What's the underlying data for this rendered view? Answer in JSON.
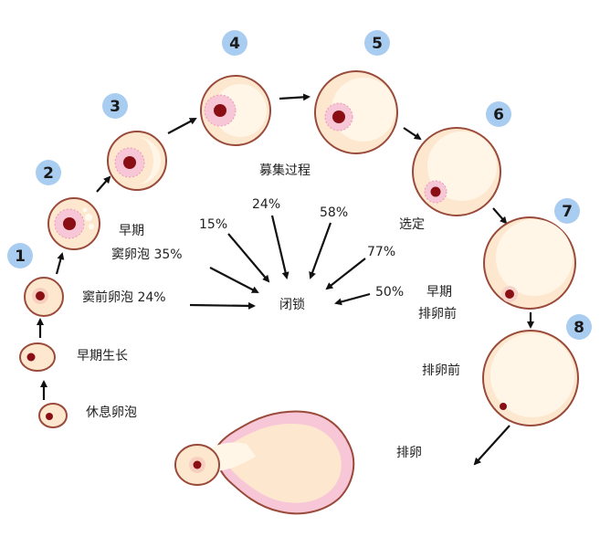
{
  "colors": {
    "badge": "#a9cdf0",
    "follicle_fill": "#fde8cf",
    "follicle_stroke": "#9a4a3a",
    "oocyte": "#8a0f14",
    "cumulus": "#f2b3c9",
    "arrow": "#111111"
  },
  "stages": [
    {
      "number": "1"
    },
    {
      "number": "2"
    },
    {
      "number": "3"
    },
    {
      "number": "4"
    },
    {
      "number": "5"
    },
    {
      "number": "6"
    },
    {
      "number": "7"
    },
    {
      "number": "8"
    }
  ],
  "labels": {
    "resting": "休息卵泡",
    "early_growth": "早期生长",
    "preantral": "窦前卵泡 24%",
    "early_antral_1": "早期",
    "early_antral_2": "窦卵泡 35%",
    "recruitment": "募集过程",
    "selection": "选定",
    "early_preov_1": "早期",
    "early_preov_2": "排卵前",
    "preovulatory": "排卵前",
    "ovulation": "排卵",
    "atresia": "闭锁"
  },
  "atresia_rates": {
    "r15": "15%",
    "r24": "24%",
    "r58": "58%",
    "r77": "77%",
    "r50": "50%"
  }
}
